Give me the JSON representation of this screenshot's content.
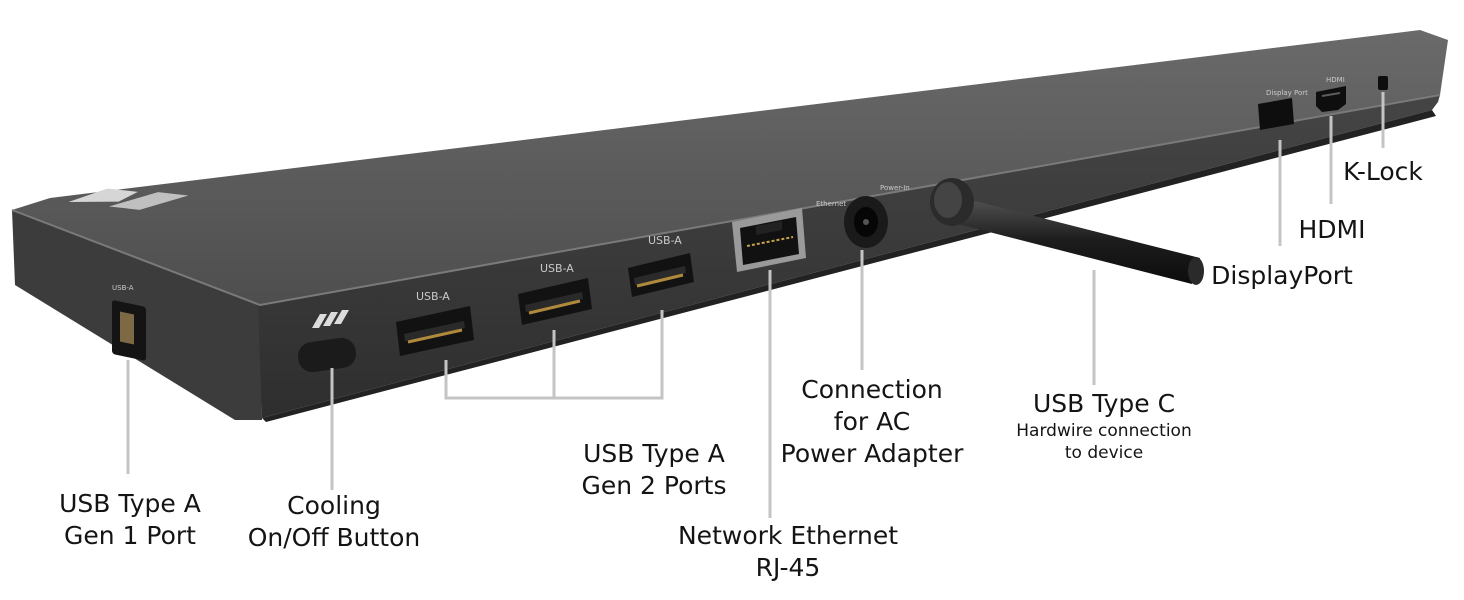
{
  "device": {
    "port_markings": {
      "usb_a_front_small": "USB-A",
      "usb_a_1": "USB-A",
      "usb_a_2": "USB-A",
      "usb_a_3": "USB-A",
      "ethernet": "Ethernet",
      "power_in": "Power-In",
      "display_port": "Display Port",
      "hdmi": "HDMI"
    },
    "callouts": {
      "usb_a_gen1": {
        "line1": "USB Type A",
        "line2": "Gen 1 Port"
      },
      "cooling": {
        "line1": "Cooling",
        "line2": "On/Off Button"
      },
      "usb_a_gen2": {
        "line1": "USB Type A",
        "line2": "Gen 2 Ports"
      },
      "ethernet": {
        "line1": "Network Ethernet",
        "line2": "RJ-45"
      },
      "ac_power": {
        "line1": "Connection",
        "line2": "for AC",
        "line3": "Power Adapter"
      },
      "usb_c": {
        "line1": "USB Type C",
        "sub1": "Hardwire connection",
        "sub2": "to device"
      },
      "displayport": {
        "line1": "DisplayPort"
      },
      "hdmi": {
        "line1": "HDMI"
      },
      "klock": {
        "line1": "K-Lock"
      }
    },
    "colors": {
      "body_top": "#595959",
      "body_front": "#3a3a3a",
      "port_inner": "#141414",
      "usb_pins": "#b08a3c",
      "leader_lines": "#c4c4c4"
    }
  }
}
